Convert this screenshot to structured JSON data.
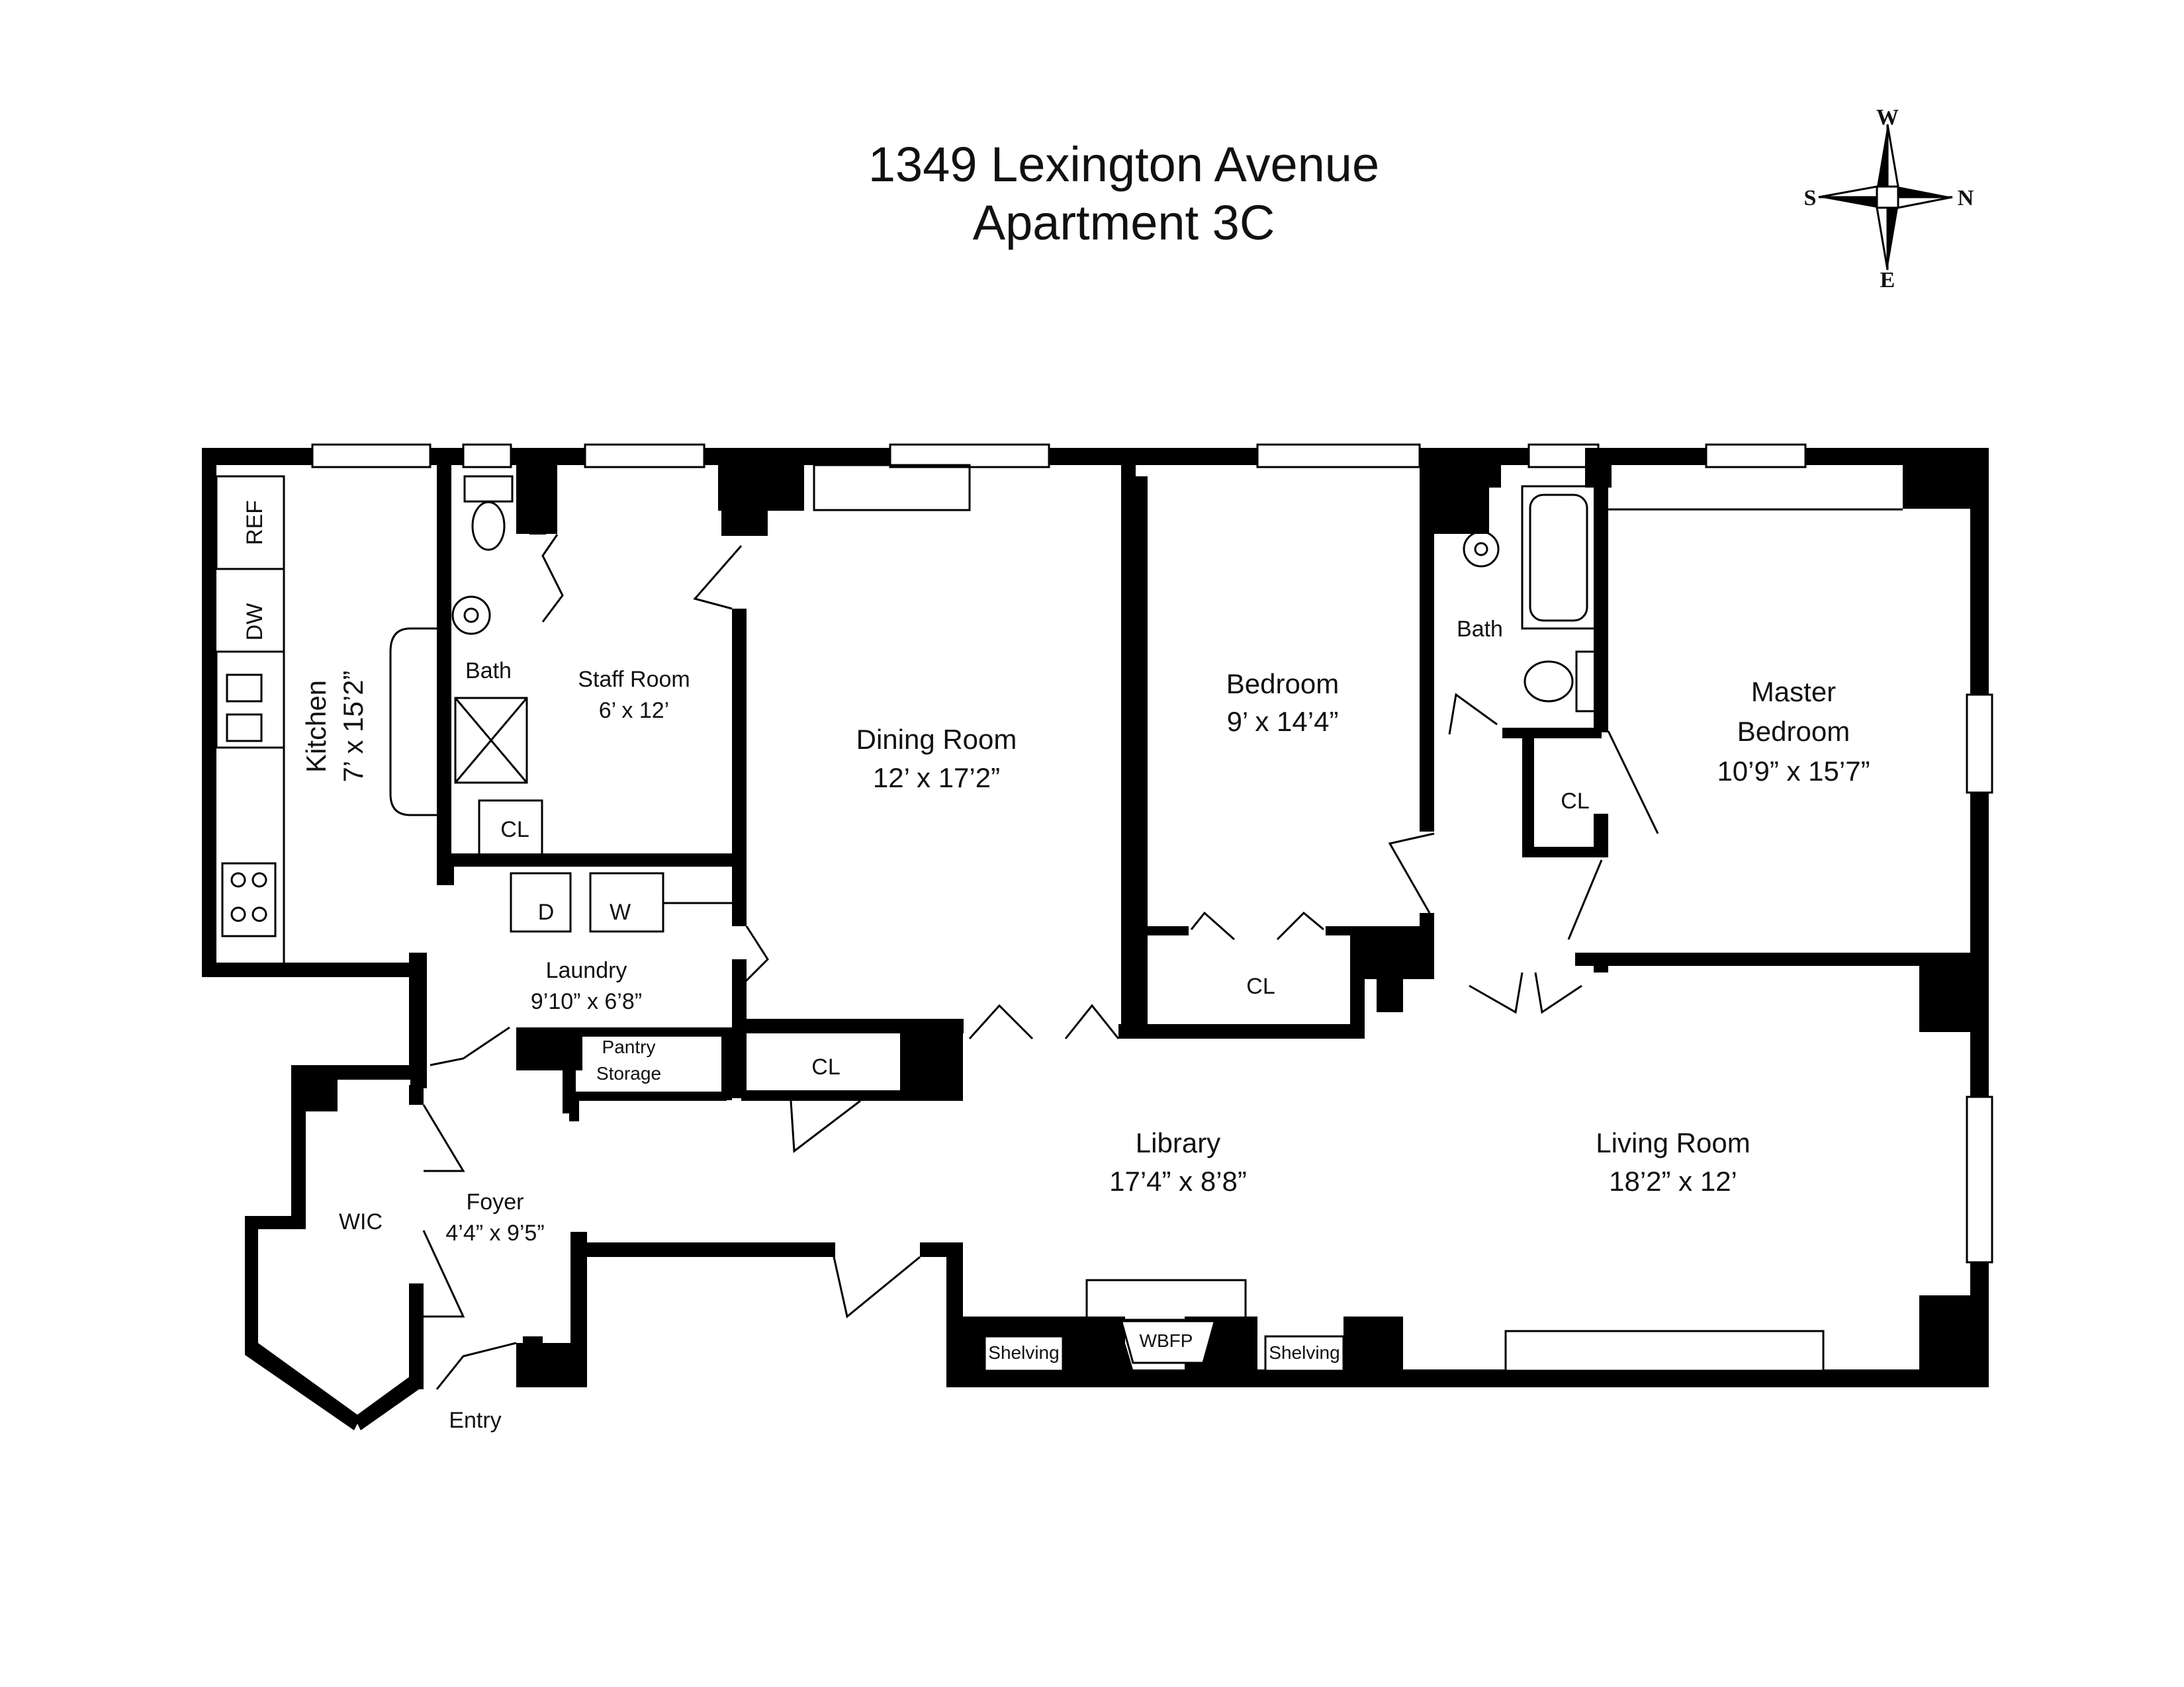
{
  "title": {
    "line1": "1349 Lexington Avenue",
    "line2": "Apartment 3C"
  },
  "compass": {
    "top": "W",
    "bottom": "E",
    "left": "S",
    "right": "N"
  },
  "rooms": {
    "kitchen": {
      "name": "Kitchen",
      "size": "7’ x 15’2”"
    },
    "staff_bath": {
      "name": "Bath"
    },
    "staff_room": {
      "name": "Staff Room",
      "size": "6’ x 12’"
    },
    "staff_closet": {
      "name": "CL"
    },
    "dining_room": {
      "name": "Dining Room",
      "size": "12’ x 17’2”"
    },
    "bedroom": {
      "name": "Bedroom",
      "size": "9’ x 14’4”"
    },
    "bedroom_closet": {
      "name": "CL"
    },
    "master_bath": {
      "name": "Bath"
    },
    "master_closet": {
      "name": "CL"
    },
    "master_bedroom": {
      "name": "Master",
      "name2": "Bedroom",
      "size": "10’9” x 15’7”"
    },
    "laundry": {
      "name": "Laundry",
      "size": "9’10” x 6’8”",
      "dryer": "D",
      "washer": "W"
    },
    "pantry": {
      "name": "Pantry",
      "name2": "Storage"
    },
    "library_closet": {
      "name": "CL"
    },
    "library": {
      "name": "Library",
      "size": "17’4” x 8’8”"
    },
    "living_room": {
      "name": "Living Room",
      "size": "18’2” x 12’"
    },
    "wic": {
      "name": "WIC"
    },
    "foyer": {
      "name": "Foyer",
      "size": "4’4” x 9’5”"
    },
    "entry": {
      "name": "Entry"
    }
  },
  "fixtures": {
    "ref": "REF",
    "dw": "DW",
    "fireplace": "WBFP",
    "shelving_left": "Shelving",
    "shelving_right": "Shelving"
  }
}
